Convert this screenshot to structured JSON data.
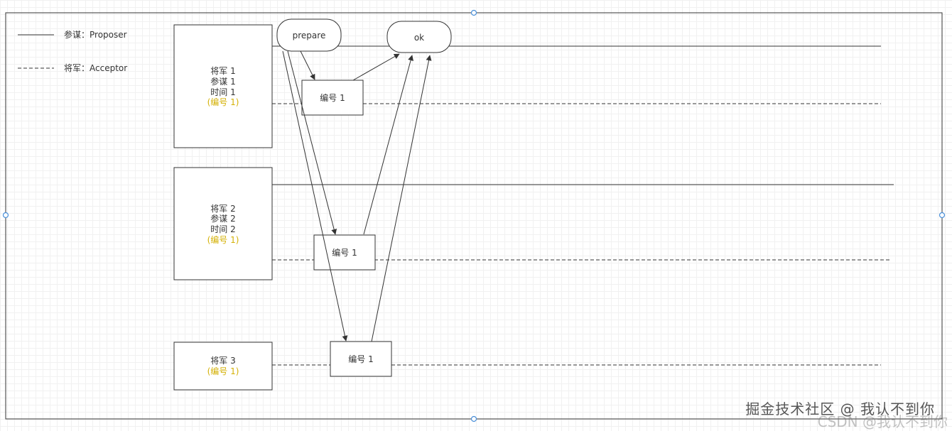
{
  "colors": {
    "line": "#333333",
    "highlight": "#d4b106",
    "handle": "#4a90d9"
  },
  "legend": {
    "proposer": "参谋：Proposer",
    "acceptor": "将军：Acceptor"
  },
  "nodes": {
    "g1": {
      "lines": [
        "将军 1",
        "参谋 1",
        "时间 1",
        "(编号 1)"
      ]
    },
    "g2": {
      "lines": [
        "将军 2",
        "参谋 2",
        "时间 2",
        "(编号 1)"
      ]
    },
    "g3": {
      "lines": [
        "将军 3",
        "(编号 1)"
      ]
    }
  },
  "messages": {
    "prepare": "prepare",
    "ok": "ok",
    "number_box": "编号 1"
  },
  "watermarks": {
    "main": "掘金技术社区 @ 我认不到你",
    "csdn": "CSDN @我认不到你"
  }
}
